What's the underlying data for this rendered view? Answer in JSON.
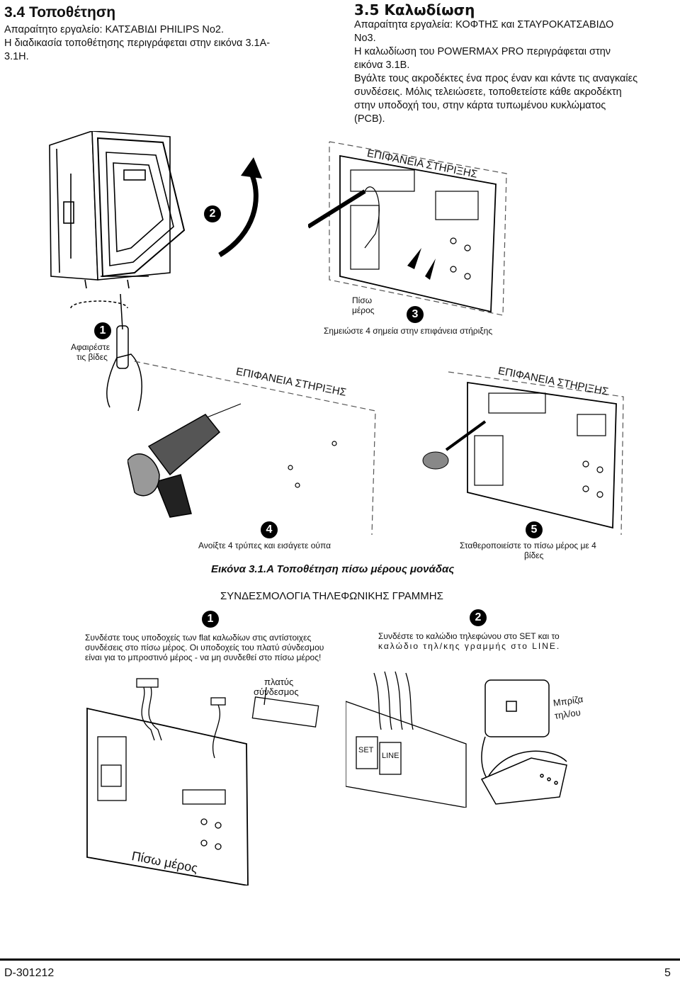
{
  "left_col": {
    "title": "3.4 Τοποθέτηση",
    "line1": "Απαραίτητο εργαλείο: ΚΑΤΣΑΒΙΔΙ PHILIPS No2.",
    "line2": "Η διαδικασία τοποθέτησης περιγράφεται στην εικόνα 3.1Α-",
    "line3": "3.1Η."
  },
  "right_col": {
    "title": "3.5 Καλωδίωση",
    "line1": "Απαραίτητα εργαλεία: ΚΟΦΤΗΣ και ΣΤΑΥΡΟΚΑΤΣΑΒΙΔΟ",
    "line2": "Νο3.",
    "line3": "Η καλωδίωση του POWERMAX PRO περιγράφεται στην",
    "line4": "εικόνα 3.1Β.",
    "line5": "Βγάλτε τους ακροδέκτες ένα προς έναν και κάντε τις αναγκαίες",
    "line6": "συνδέσεις. Μόλις τελειώσετε, τοποθετείστε κάθε ακροδέκτη",
    "line7": "στην υποδοχή του, στην κάρτα τυπωμένου κυκλώματος",
    "line8": "(PCB)."
  },
  "figure_a": {
    "surface_label": "ΕΠΙΦΑΝΕΙΑ ΣΤΗΡΙΞΗΣ",
    "step1_num": "1",
    "step1_label_a": "Αφαιρέστε",
    "step1_label_b": "τις βίδες",
    "step2_num": "2",
    "step3_num": "3",
    "back_label_a": "Πίσω",
    "back_label_b": "μέρος",
    "step3_label": "Σημειώστε 4 σημεία στην επιφάνεια στήριξης",
    "step4_num": "4",
    "step4_label": "Ανοίξτε 4 τρύπες και εισάγετε ούπα",
    "step5_num": "5",
    "step5_label_a": "Σταθεροποιείστε το πίσω μέρος με 4",
    "step5_label_b": "βίδες",
    "caption": "Εικόνα 3.1.Α Τοποθέτηση πίσω μέρους μονάδας"
  },
  "figure_b": {
    "heading": "ΣΥΝΔΕΣΜΟΛΟΓΙΑ ΤΗΛΕΦΩΝΙΚΗΣ ΓΡΑΜΜΗΣ",
    "step1_num": "1",
    "step1_text_a": "Συνδέστε τους υποδοχείς των flat καλωδίων στις αντίστοιχες",
    "step1_text_b": "συνδέσεις στο πίσω μέρος. Οι υποδοχείς του πλατύ σύνδεσμου",
    "step1_text_c": "είναι για το μπροστινό μέρος - να μη συνδεθεί στο πίσω μέρος!",
    "step2_num": "2",
    "step2_text_a": "Συνδέστε το καλώδιο τηλεφώνου στο SET και το",
    "step2_text_b": "καλώδιο τηλ/κης γραμμής στο LINE.",
    "wide_conn_a": "πλατύς",
    "wide_conn_b": "σύνδεσμος",
    "set_label": "SET",
    "line_label": "LINE",
    "socket_a": "Μπρίζα",
    "socket_b": "τηλ/ου",
    "back_label": "Πίσω μέρος"
  },
  "footer": {
    "doc_id": "D-301212",
    "page": "5"
  }
}
